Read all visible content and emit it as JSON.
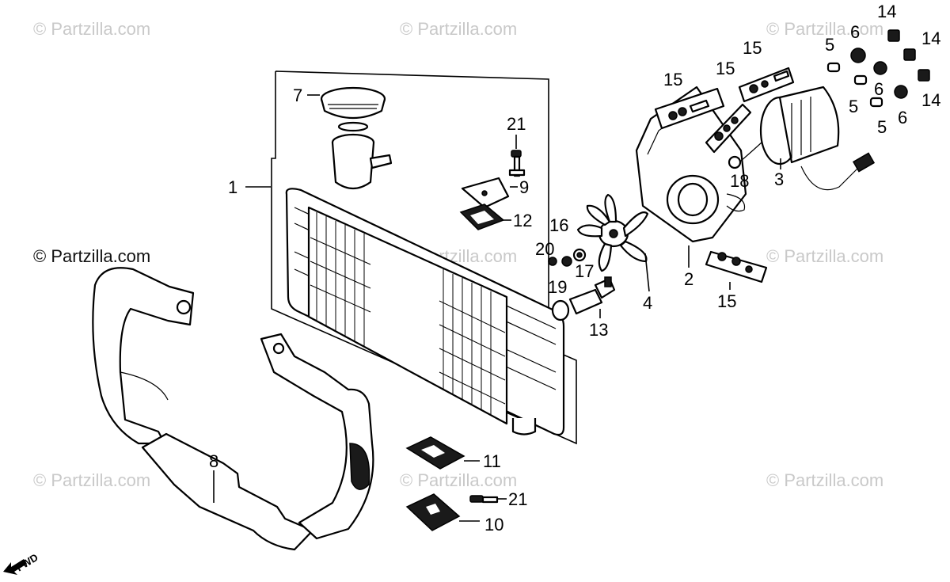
{
  "watermarks": [
    "© Partzilla.com",
    "© Partzilla.com",
    "© Partzilla.com",
    "© Partzilla.com",
    "© Partzilla.com",
    "© Partzilla.com",
    "© Partzilla.com",
    "© Partzilla.com",
    "© Partzilla.com"
  ],
  "callouts": {
    "c1": "1",
    "c2": "2",
    "c3": "3",
    "c4": "4",
    "c5a": "5",
    "c5b": "5",
    "c5c": "5",
    "c6a": "6",
    "c6b": "6",
    "c6c": "6",
    "c7": "7",
    "c8": "8",
    "c9": "9",
    "c10": "10",
    "c11": "11",
    "c12": "12",
    "c13": "13",
    "c14a": "14",
    "c14b": "14",
    "c14c": "14",
    "c15a": "15",
    "c15b": "15",
    "c15c": "15",
    "c15d": "15",
    "c16": "16",
    "c17": "17",
    "c18": "18",
    "c19": "19",
    "c20": "20",
    "c21a": "21",
    "c21b": "21"
  },
  "fwd_label": "FWD",
  "colors": {
    "ink": "#000000",
    "watermark": "#c9c9c9",
    "background": "#ffffff"
  }
}
